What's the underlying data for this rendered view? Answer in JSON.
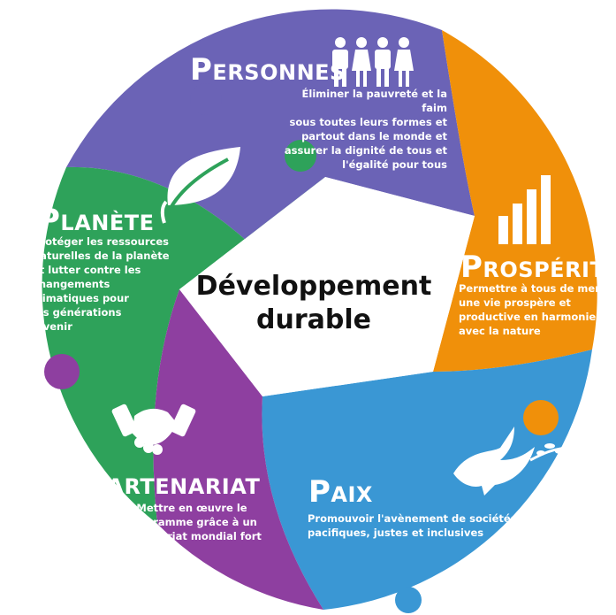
{
  "center_title": "Développement\ndurable",
  "colors": {
    "personnes": "#6b63b6",
    "prosperite": "#f0900a",
    "paix": "#3a97d4",
    "partenariat": "#8e3fa0",
    "planete": "#2ea25a",
    "center": "#ffffff"
  },
  "segments": [
    {
      "key": "personnes",
      "title": "Personnes",
      "description": "Éliminer la pauvreté et la faim\nsous toutes leurs formes et\npartout dans le monde et\nassurer la dignité de tous et\nl'égalité pour tous",
      "icon": "people-icon"
    },
    {
      "key": "prosperite",
      "title": "Prospérité",
      "description": "Permettre à tous de mener\nune vie prospère et\nproductive en harmonie\navec la nature",
      "icon": "bar-chart-icon"
    },
    {
      "key": "paix",
      "title": "Paix",
      "description": "Promouvoir l'avènement de sociétés\npacifiques, justes et inclusives",
      "icon": "dove-icon"
    },
    {
      "key": "partenariat",
      "title": "Partenariat",
      "description": "Mettre en œuvre le\nprogramme grâce à un\npartenariat mondial fort",
      "icon": "handshake-icon"
    },
    {
      "key": "planete",
      "title": "Planète",
      "description": "Protéger les ressources\nnaturelles de la planète\net lutter contre les\nchangements\nclimatiques pour\nles générations\nà venir",
      "icon": "leaf-icon"
    }
  ]
}
